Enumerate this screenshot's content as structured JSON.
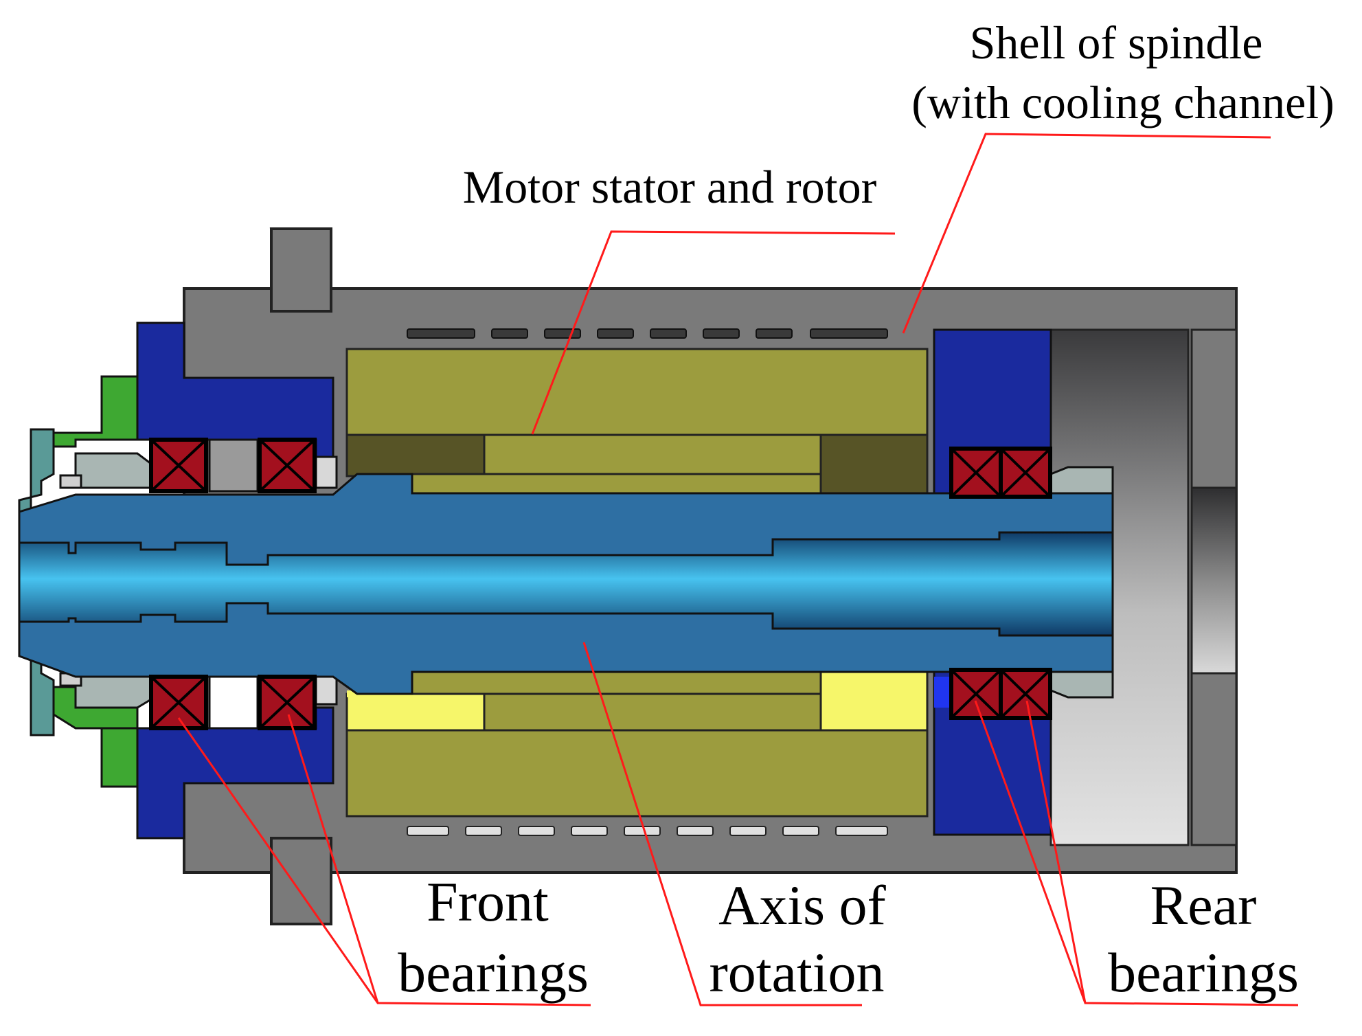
{
  "labels": {
    "shell_line1": "Shell of spindle",
    "shell_line2": "(with cooling channel)",
    "motor": "Motor stator and rotor",
    "front_line1": "Front",
    "front_line2": "bearings",
    "axis_line1": "Axis of",
    "axis_line2": "rotation",
    "rear_line1": "Rear",
    "rear_line2": "bearings"
  },
  "colors": {
    "housing": "#7a7a7a",
    "housing_outline": "#222222",
    "flange_blue": "#1a2a9e",
    "olive_stator": "#9c9c3e",
    "olive_dark": "#575426",
    "yellow": "#f6f66a",
    "shaft_blue": "#2e6fa3",
    "bore_light": "#4fb3e0",
    "bearing_red": "#a3101e",
    "green_nut": "#3ea832",
    "teal_cap": "#5a9a97",
    "leader_red": "#ff1a1a"
  }
}
